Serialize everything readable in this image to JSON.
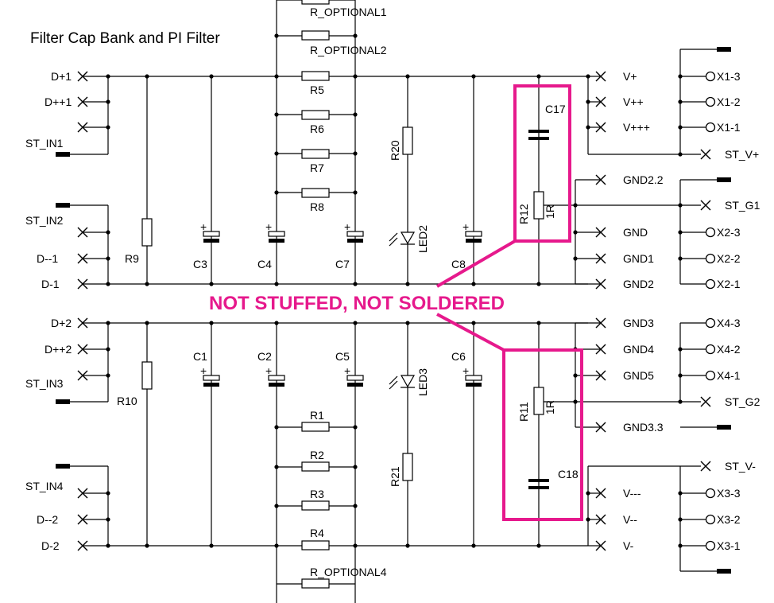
{
  "title": "Filter Cap Bank and PI Filter",
  "note": "NOT STUFFED, NOT SOLDERED",
  "highlight_color": "#e6198c",
  "left_labels": [
    "D+1",
    "D++1",
    "ST_IN1",
    "ST_IN2",
    "D--1",
    "D-1",
    "D+2",
    "D++2",
    "ST_IN3",
    "ST_IN4",
    "D--2",
    "D-2"
  ],
  "resistors": [
    "R_OPTIONAL1",
    "R_OPTIONAL2",
    "R5",
    "R6",
    "R7",
    "R8",
    "R1",
    "R2",
    "R3",
    "R4",
    "R_OPTIONAL4",
    "R9",
    "R10",
    "R20",
    "R21",
    "R12",
    "R11"
  ],
  "resistor_values": [
    "1R",
    "1R"
  ],
  "capacitors": [
    "C3",
    "C4",
    "C7",
    "C8",
    "C1",
    "C2",
    "C5",
    "C6",
    "C17",
    "C18"
  ],
  "leds": [
    "LED2",
    "LED3"
  ],
  "right_labels": [
    "V+",
    "V++",
    "V+++",
    "ST_V+",
    "GND2.2",
    "ST_G1",
    "GND",
    "GND1",
    "GND2",
    "GND3",
    "GND4",
    "GND5",
    "ST_G2",
    "GND3.3",
    "ST_V-",
    "V---",
    "V--",
    "V-"
  ],
  "connectors": [
    "X1-3",
    "X1-2",
    "X1-1",
    "X2-3",
    "X2-2",
    "X2-1",
    "X4-3",
    "X4-2",
    "X4-1",
    "X3-3",
    "X3-2",
    "X3-1"
  ]
}
